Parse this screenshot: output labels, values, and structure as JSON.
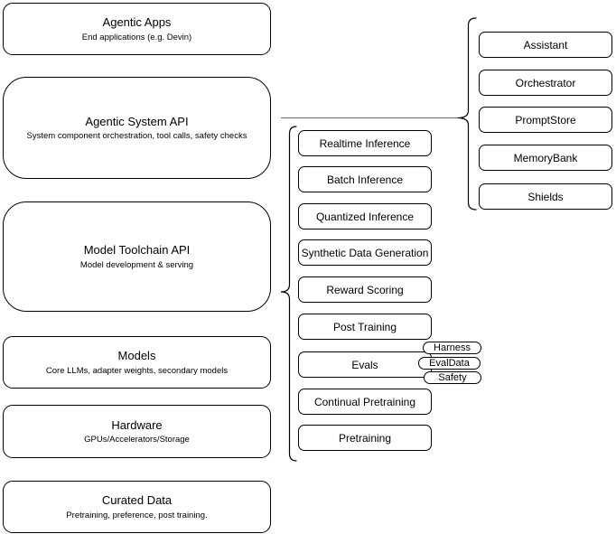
{
  "colors": {
    "background": "#ffffff",
    "stroke": "#000000",
    "text": "#000000",
    "connector": "#666666"
  },
  "stack": [
    {
      "title": "Agentic Apps",
      "subtitle": "End applications (e.g. Devin)"
    },
    {
      "title": "Agentic System API",
      "subtitle": "System component orchestration, tool calls, safety checks"
    },
    {
      "title": "Model Toolchain API",
      "subtitle": "Model development & serving"
    },
    {
      "title": "Models",
      "subtitle": "Core LLMs, adapter weights, secondary models"
    },
    {
      "title": "Hardware",
      "subtitle": "GPUs/Accelerators/Storage"
    },
    {
      "title": "Curated Data",
      "subtitle": "Pretraining, preference, post training."
    }
  ],
  "toolchain_services": [
    "Realtime Inference",
    "Batch Inference",
    "Quantized Inference",
    "Synthetic Data Generation",
    "Reward Scoring",
    "Post Training",
    "Evals",
    "Continual Pretraining",
    "Pretraining"
  ],
  "eval_tags": [
    "Harness",
    "EvalData",
    "Safety"
  ],
  "system_components": [
    "Assistant",
    "Orchestrator",
    "PromptStore",
    "MemoryBank",
    "Shields"
  ]
}
